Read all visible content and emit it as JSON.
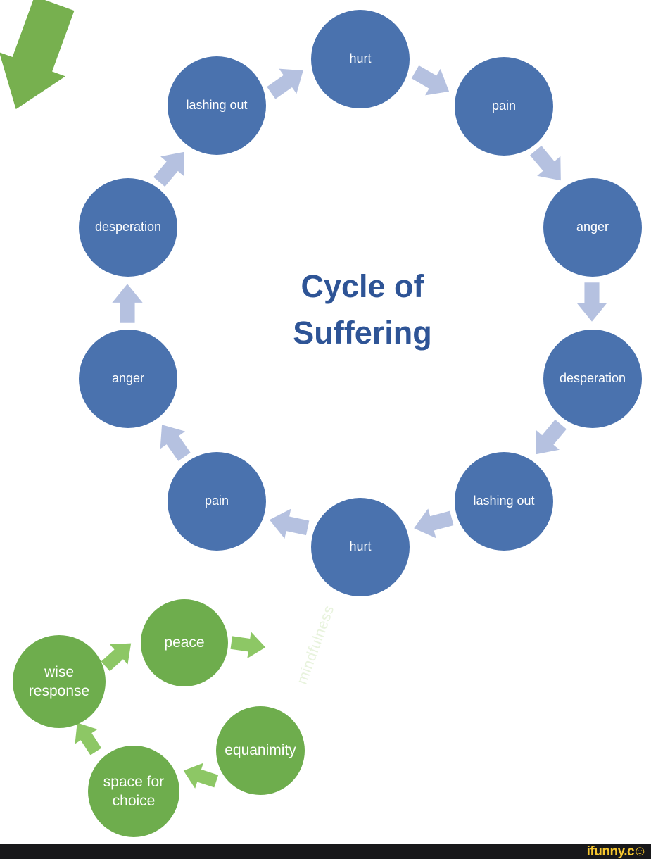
{
  "title": {
    "line1": "Cycle of",
    "line2": "Suffering"
  },
  "suffering_cycle": {
    "nodes": [
      {
        "label": "hurt"
      },
      {
        "label": "pain"
      },
      {
        "label": "anger"
      },
      {
        "label": "desperation"
      },
      {
        "label": "lashing out"
      },
      {
        "label": "hurt"
      },
      {
        "label": "pain"
      },
      {
        "label": "anger"
      },
      {
        "label": "desperation"
      },
      {
        "label": "lashing out"
      }
    ]
  },
  "calm_cycle": {
    "arrow_label": "mindfulness",
    "nodes": [
      {
        "label": "peace"
      },
      {
        "label": "wise response"
      },
      {
        "label": "equanimity"
      },
      {
        "label": "space for choice"
      }
    ]
  },
  "watermark": {
    "text": "ifunny.c",
    "smiley": "☺"
  },
  "colors": {
    "circle_blue": "#4a72ae",
    "arrow_blue": "#b5c1e0",
    "title_blue": "#2e5496",
    "circle_green": "#6ead4d",
    "arrow_green": "#8dc765",
    "mindfulness_green": "#77b04f",
    "bar_black": "#18181a",
    "watermark_yellow": "#f6c62e",
    "background": "#ffffff",
    "node_text": "#ffffff"
  }
}
